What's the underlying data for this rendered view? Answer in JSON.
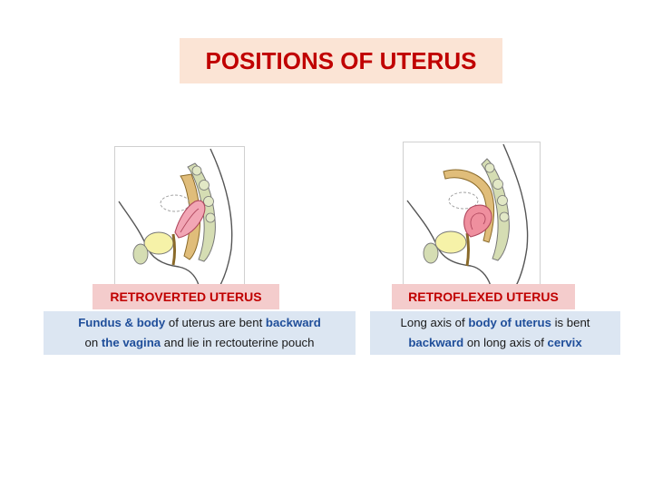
{
  "title": "POSITIONS OF UTERUS",
  "left": {
    "label": "RETROVERTED UTERUS",
    "line1": {
      "kw1": "Fundus & body",
      "t1": " of uterus are bent ",
      "kw2": "backward"
    },
    "line2": {
      "t1": "on ",
      "kw1": "the vagina",
      "t2": " and lie in rectouterine pouch"
    }
  },
  "right": {
    "label": "RETROFLEXED UTERUS",
    "line1": {
      "t1": "Long axis of ",
      "kw1": "body of uterus",
      "t2": " is bent"
    },
    "line2": {
      "kw1": "backward",
      "t1": " on long axis of ",
      "kw2": "cervix"
    }
  },
  "colors": {
    "title_bg": "#fbe4d5",
    "title_text": "#c00000",
    "label_bg": "#f4cccc",
    "desc_bg": "#dce6f2",
    "keyword": "#1f4e9a"
  }
}
